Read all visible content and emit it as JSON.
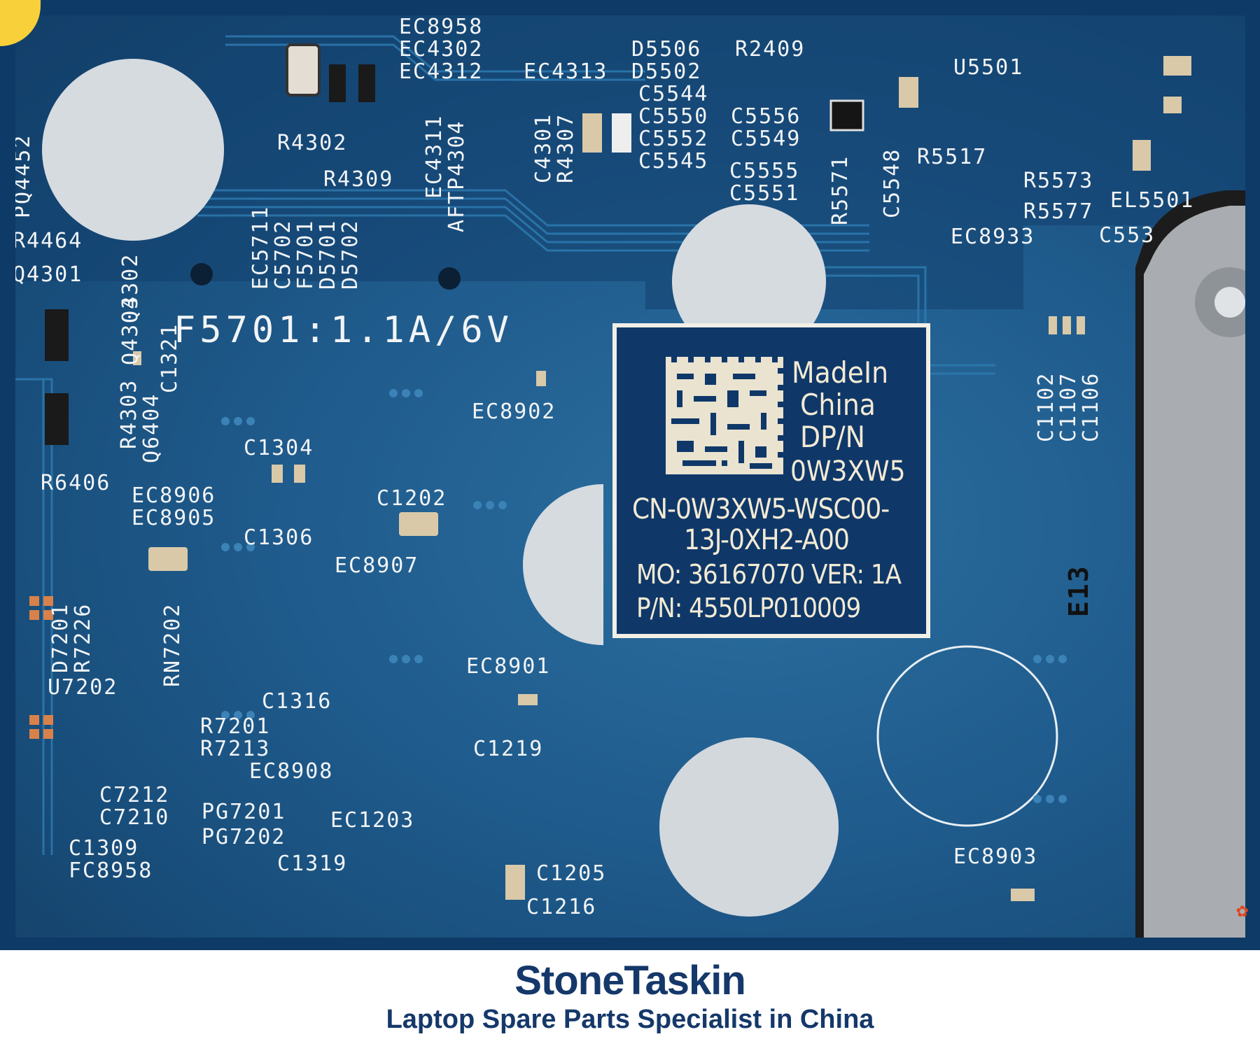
{
  "labels": {
    "top": [
      "EC8958",
      "EC4302",
      "EC4312",
      "EC4313",
      "D5506",
      "D5502",
      "R2409",
      "U5501",
      "C5544",
      "C5550",
      "C5552",
      "C5545",
      "C5556",
      "C5549",
      "C5555",
      "C5551",
      "R5517",
      "R5573",
      "R5577",
      "EL5501",
      "C553",
      "EC8933",
      "R4302",
      "R4309",
      "R4464",
      "Q4301",
      "PQ4452"
    ],
    "vertical": [
      "EC5711",
      "C5702",
      "F5701",
      "D5701",
      "D5702",
      "EC4311",
      "AFTP4304",
      "C4301",
      "R4307",
      "R5571",
      "C5548",
      "Q4302",
      "Q4303",
      "R4303",
      "Q6404",
      "C1321",
      "C1102",
      "C1107",
      "C1106",
      "D7201",
      "R7226",
      "RN7202",
      "E13"
    ],
    "body": [
      "F5701:1.1A/6V",
      "EC8902",
      "C1304",
      "R6406",
      "EC8906",
      "EC8905",
      "C1306",
      "C1202",
      "EC8907",
      "U7202",
      "EC8901",
      "C1316",
      "R7201",
      "R7213",
      "EC8908",
      "C1219",
      "C7212",
      "C7210",
      "PG7201",
      "PG7202",
      "EC1203",
      "C1309",
      "FC8958",
      "C1319",
      "C1205",
      "C1216",
      "EC8903"
    ]
  },
  "sticker": {
    "made_in": "MadeIn",
    "country": "China",
    "dpn_label": "DP/N",
    "dpn": "0W3XW5",
    "cn_line1": "CN-0W3XW5-WSC00-",
    "cn_line2": "13J-0XH2-A00",
    "mo_line": "MO: 36167070  VER: 1A",
    "pn_line": "P/N:  4550LP010009"
  },
  "footer": {
    "brand": "StoneTaskin",
    "tagline": "Laptop Spare Parts Specialist in China"
  }
}
